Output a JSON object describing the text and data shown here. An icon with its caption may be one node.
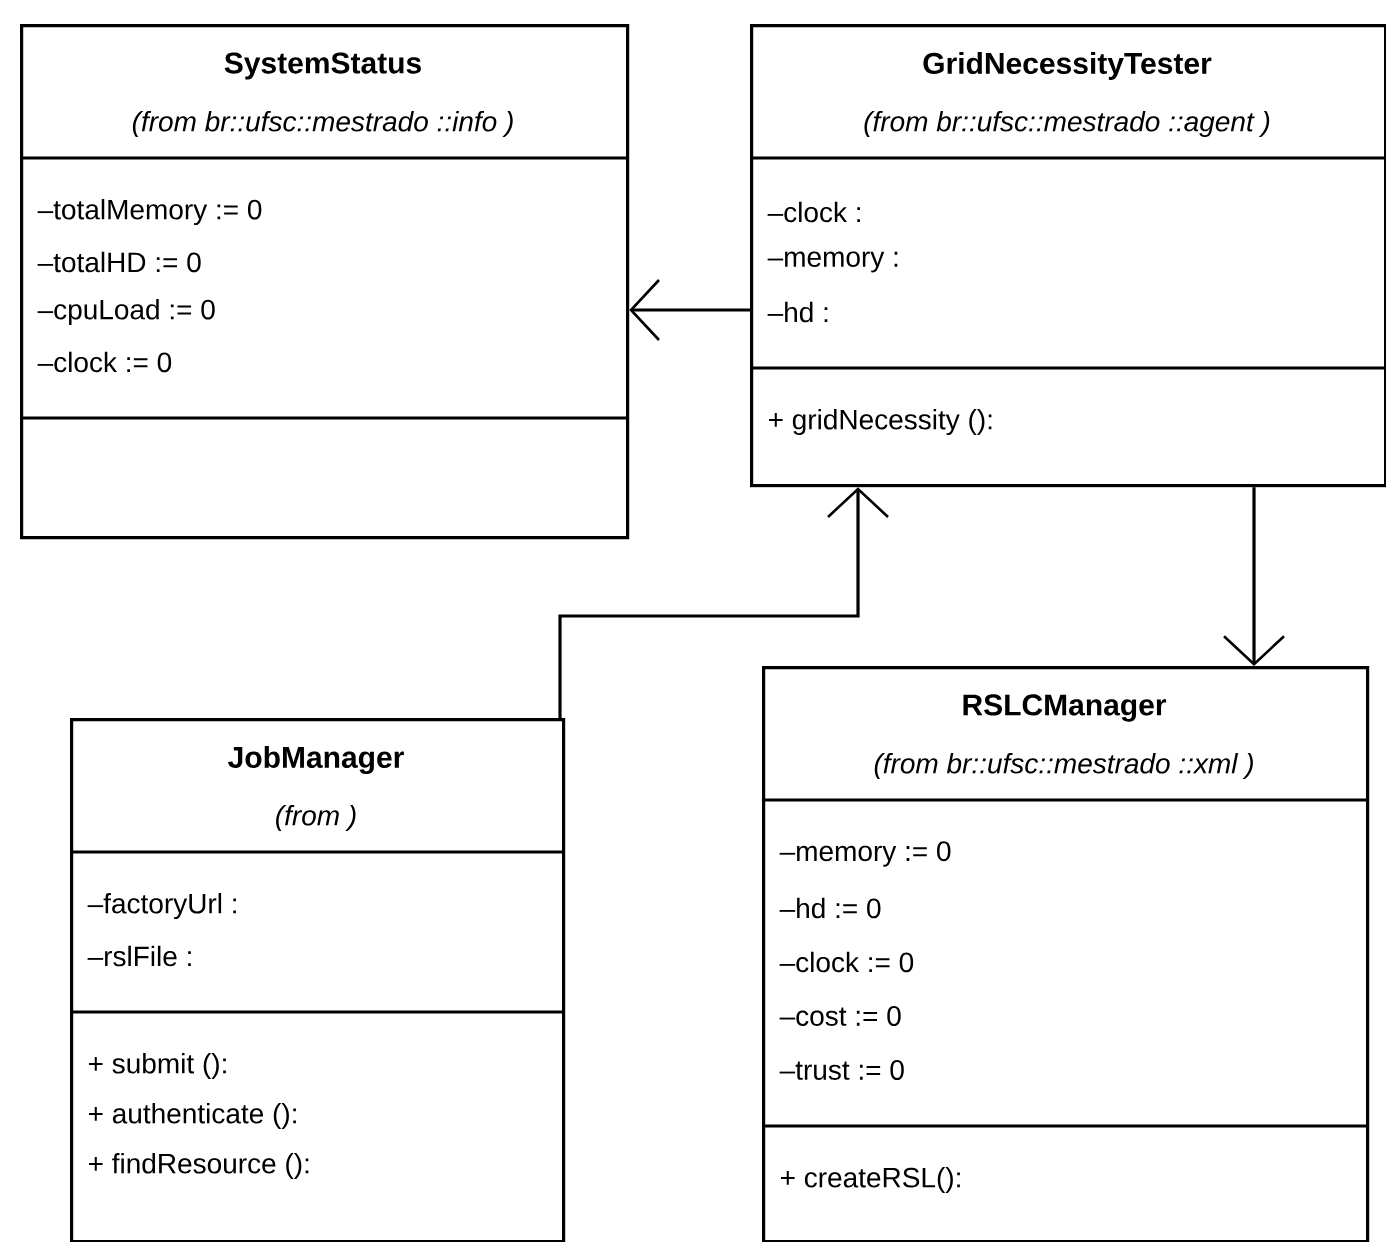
{
  "diagram": {
    "nodes": [
      {
        "text": [
          "SystemStatus",
          "(from br::ufsc::mestrado ::info )",
          "–totalMemory := 0",
          "–totalHD := 0",
          "–cpuLoad := 0",
          "–clock := 0"
        ]
      },
      {
        "text": [
          "GridNecessityTester",
          "(from br::ufsc::mestrado ::agent )",
          "–clock :",
          "–memory :",
          "–hd :",
          "+ gridNecessity ():"
        ]
      },
      {
        "text": [
          "JobManager",
          "(from )",
          "–factoryUrl :",
          "–rslFile :",
          "+ submit ():",
          "+ authenticate ():",
          "+ findResource ():"
        ]
      },
      {
        "text": [
          "RSLCManager",
          "(from br::ufsc::mestrado ::xml )",
          "–memory := 0",
          "–hd := 0",
          "–clock := 0",
          "–cost := 0",
          "–trust := 0",
          "+ createRSL():"
        ]
      }
    ],
    "edges": [
      {
        "from": 1,
        "to": 0,
        "arrow": "to"
      },
      {
        "from": 2,
        "to": 1,
        "arrow": "to"
      },
      {
        "from": 1,
        "to": 3,
        "arrow": "to"
      }
    ]
  }
}
